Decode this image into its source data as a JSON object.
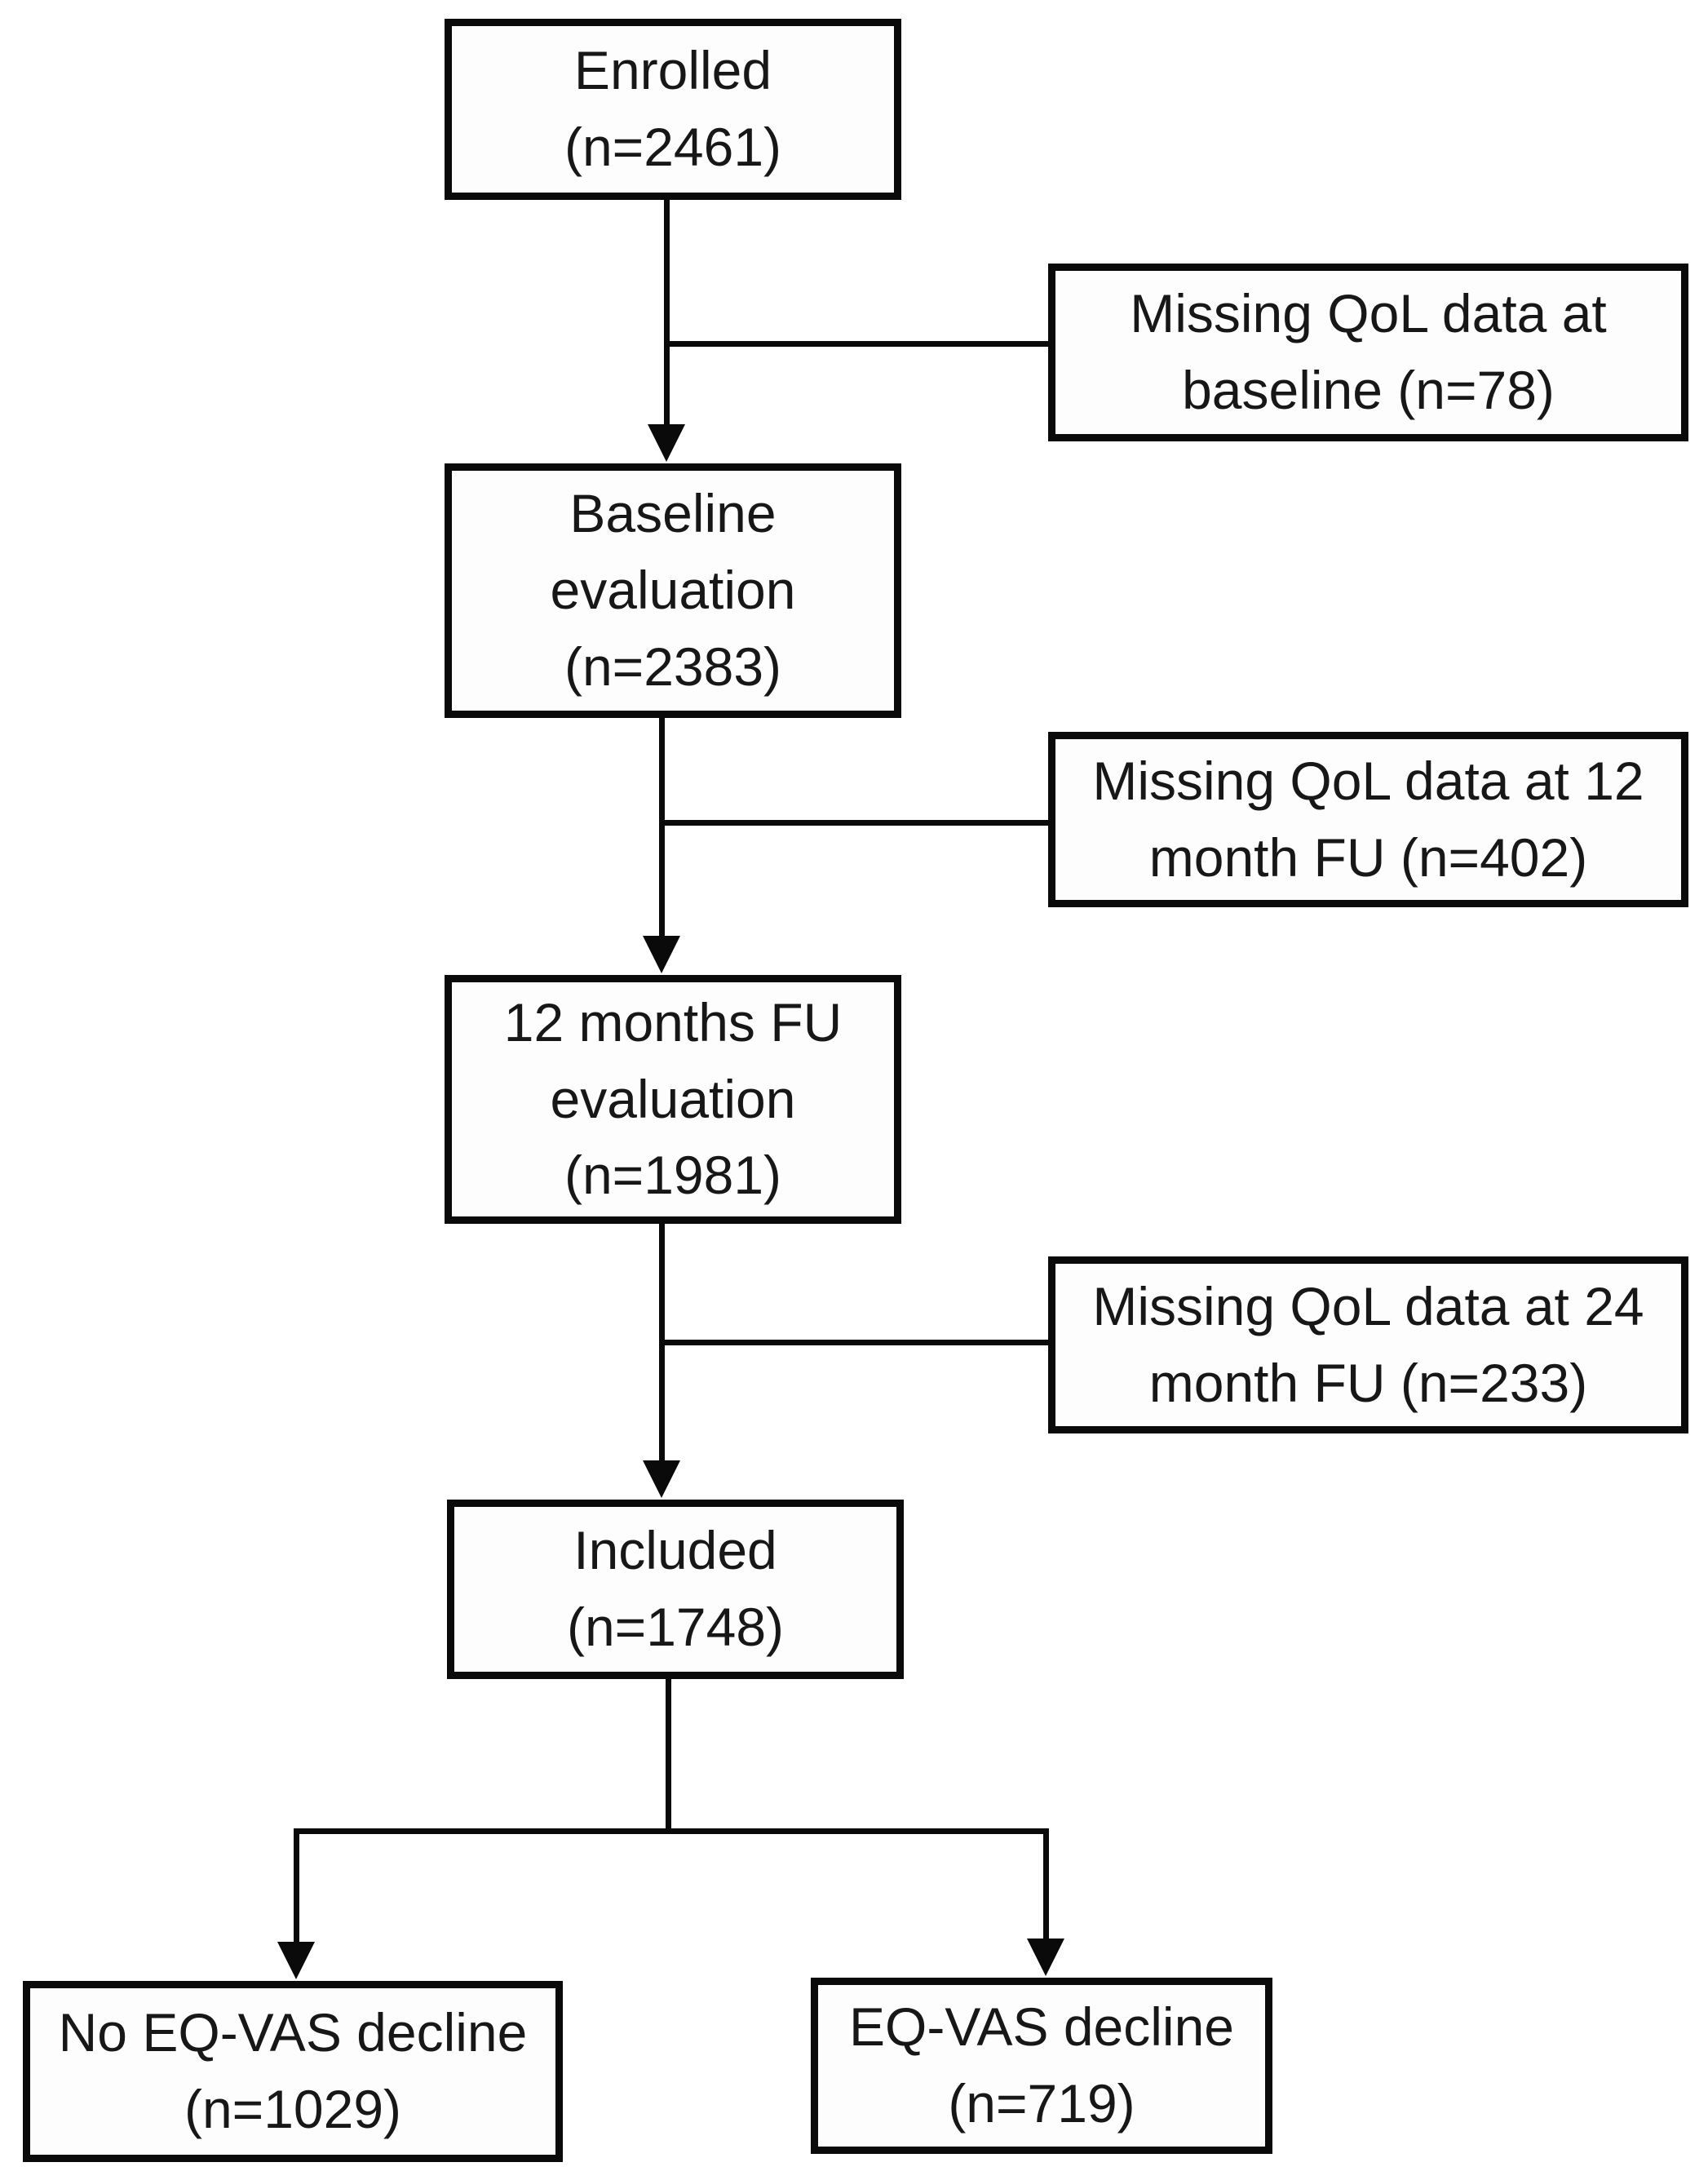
{
  "flowchart": {
    "colors": {
      "background": "#ffffff",
      "line_color": "#0a0a0a",
      "text_color": "#171717",
      "box_fill": "#fdfdfd"
    },
    "main_nodes": [
      {
        "id": "enrolled",
        "lines": [
          "Enrolled",
          "(n=2461)"
        ]
      },
      {
        "id": "baseline",
        "lines": [
          "Baseline",
          "evaluation",
          "(n=2383)"
        ]
      },
      {
        "id": "fu12",
        "lines": [
          "12 months FU",
          "evaluation",
          "(n=1981)"
        ]
      },
      {
        "id": "included",
        "lines": [
          "Included",
          "(n=1748)"
        ]
      }
    ],
    "exclusion_nodes": [
      {
        "id": "missing-baseline",
        "lines": [
          "Missing QoL data at",
          "baseline (n=78)"
        ]
      },
      {
        "id": "missing-12",
        "lines": [
          "Missing QoL data at 12",
          "month FU (n=402)"
        ]
      },
      {
        "id": "missing-24",
        "lines": [
          "Missing QoL data at 24",
          "month FU (n=233)"
        ]
      }
    ],
    "outcome_nodes": [
      {
        "id": "no-decline",
        "lines": [
          "No EQ-VAS decline",
          "(n=1029)"
        ]
      },
      {
        "id": "decline",
        "lines": [
          "EQ-VAS decline",
          "(n=719)"
        ]
      }
    ]
  }
}
